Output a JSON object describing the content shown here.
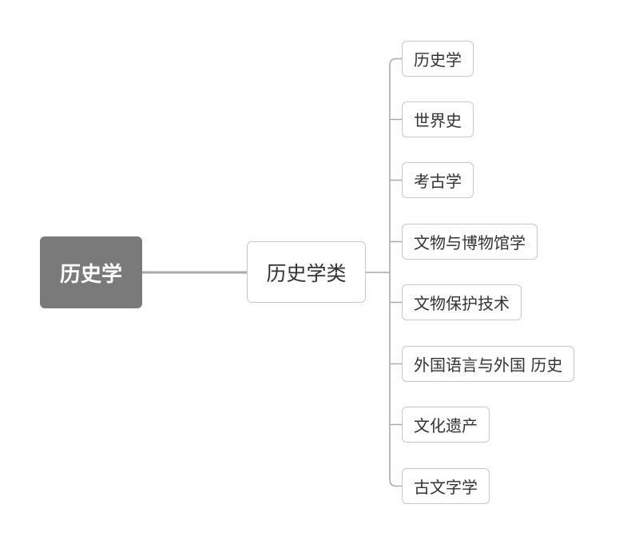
{
  "diagram": {
    "type": "mind-map",
    "root": {
      "label": "历史学"
    },
    "category": {
      "label": "历史学类"
    },
    "leaves": [
      {
        "label": "历史学"
      },
      {
        "label": "世界史"
      },
      {
        "label": "考古学"
      },
      {
        "label": "文物与博物馆学"
      },
      {
        "label": "文物保护技术"
      },
      {
        "label": "外国语言与外国 历史"
      },
      {
        "label": "文化遗产"
      },
      {
        "label": "古文字学"
      }
    ],
    "colors": {
      "root_fill": "#7a7a7a",
      "root_text": "#ffffff",
      "node_border": "#c8c8c8",
      "node_text": "#333333",
      "connector": "#a9a9a9"
    }
  }
}
